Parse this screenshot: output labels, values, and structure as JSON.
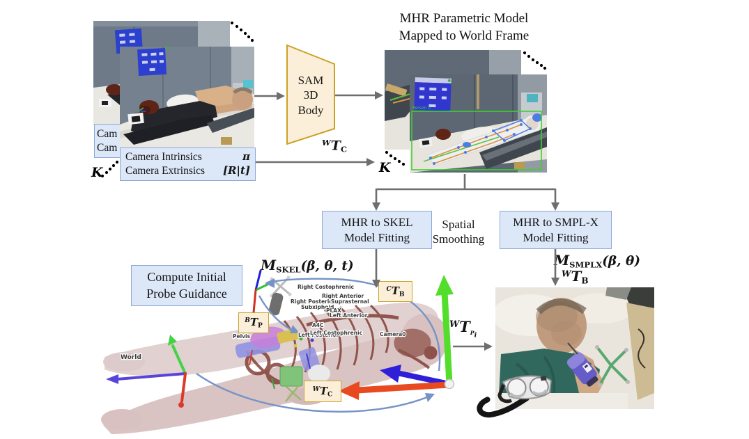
{
  "figure": {
    "title_right": {
      "line1": "MHR Parametric Model",
      "line2": "Mapped to World Frame"
    }
  },
  "boxes": {
    "cam_back": {
      "line1": "Cam",
      "line2": "Cam"
    },
    "cam_front": {
      "line1_label": "Camera Intrinsics",
      "line1_math": "π",
      "line2_label": "Camera Extrinsics",
      "line2_math": "[R|t]"
    },
    "sam": {
      "line1": "SAM",
      "line2": "3D",
      "line3": "Body"
    },
    "skel": {
      "line1": "MHR to SKEL",
      "line2": "Model Fitting"
    },
    "smplx": {
      "line1": "MHR to SMPL-X",
      "line2": "Model Fitting"
    },
    "guidance": {
      "line1": "Compute Initial",
      "line2": "Probe Guidance"
    },
    "spatial": {
      "line1": "Spatial",
      "line2": "Smoothing"
    }
  },
  "math": {
    "k_left": "K",
    "k_right": "K",
    "wtc_top": {
      "sup": "W",
      "base": "T",
      "sub": "C"
    },
    "m_skel": {
      "m": "M",
      "sub": "SKEL",
      "args": "(β, θ, t)"
    },
    "m_smplx": {
      "m": "M",
      "sub": "SMPLX",
      "args": "(β, θ)"
    },
    "wtb": {
      "sup": "W",
      "base": "T",
      "sub": "B"
    },
    "wtpi": {
      "sup": "W",
      "base": "T",
      "sub": "P",
      "subsub": "i"
    },
    "btp": {
      "sup": "B",
      "base": "T",
      "sub": "P"
    },
    "ctb": {
      "sup": "C",
      "base": "T",
      "sub": "B"
    },
    "wtc_viz": {
      "sup": "W",
      "base": "T",
      "sub": "C"
    }
  },
  "photos": {
    "mhr_overlay": {
      "person_tag": "Person 0"
    }
  },
  "viz3d": {
    "labels": {
      "world": "World",
      "pelvis": "Pelvis",
      "right_costophrenic": "Right Costophrenic",
      "right_anterior": "Right Anterior",
      "right_posterior": "Right Posterior",
      "suprasternal": "Suprasternal",
      "subxiphoid": "Subxiphoid",
      "plax": "PLAX",
      "left_anterior": "Left Anterior",
      "a4c": "A4C",
      "left_posterior": "Left Posterior",
      "left_costophrenic": "Left Costophrenic",
      "camera0": "Camera0"
    }
  },
  "colors": {
    "box_fill": "#dce7f8",
    "box_border": "#8ea8d8",
    "tan_fill": "#fcefd9",
    "tan_border": "#c9a227",
    "arrow_gray": "#6e6e6e",
    "arc_blue": "#7693c7",
    "bbox_green": "#3fcf30",
    "axis_green": "#52de2a",
    "axis_red": "#e8491f",
    "axis_blue": "#2f1fd9"
  }
}
